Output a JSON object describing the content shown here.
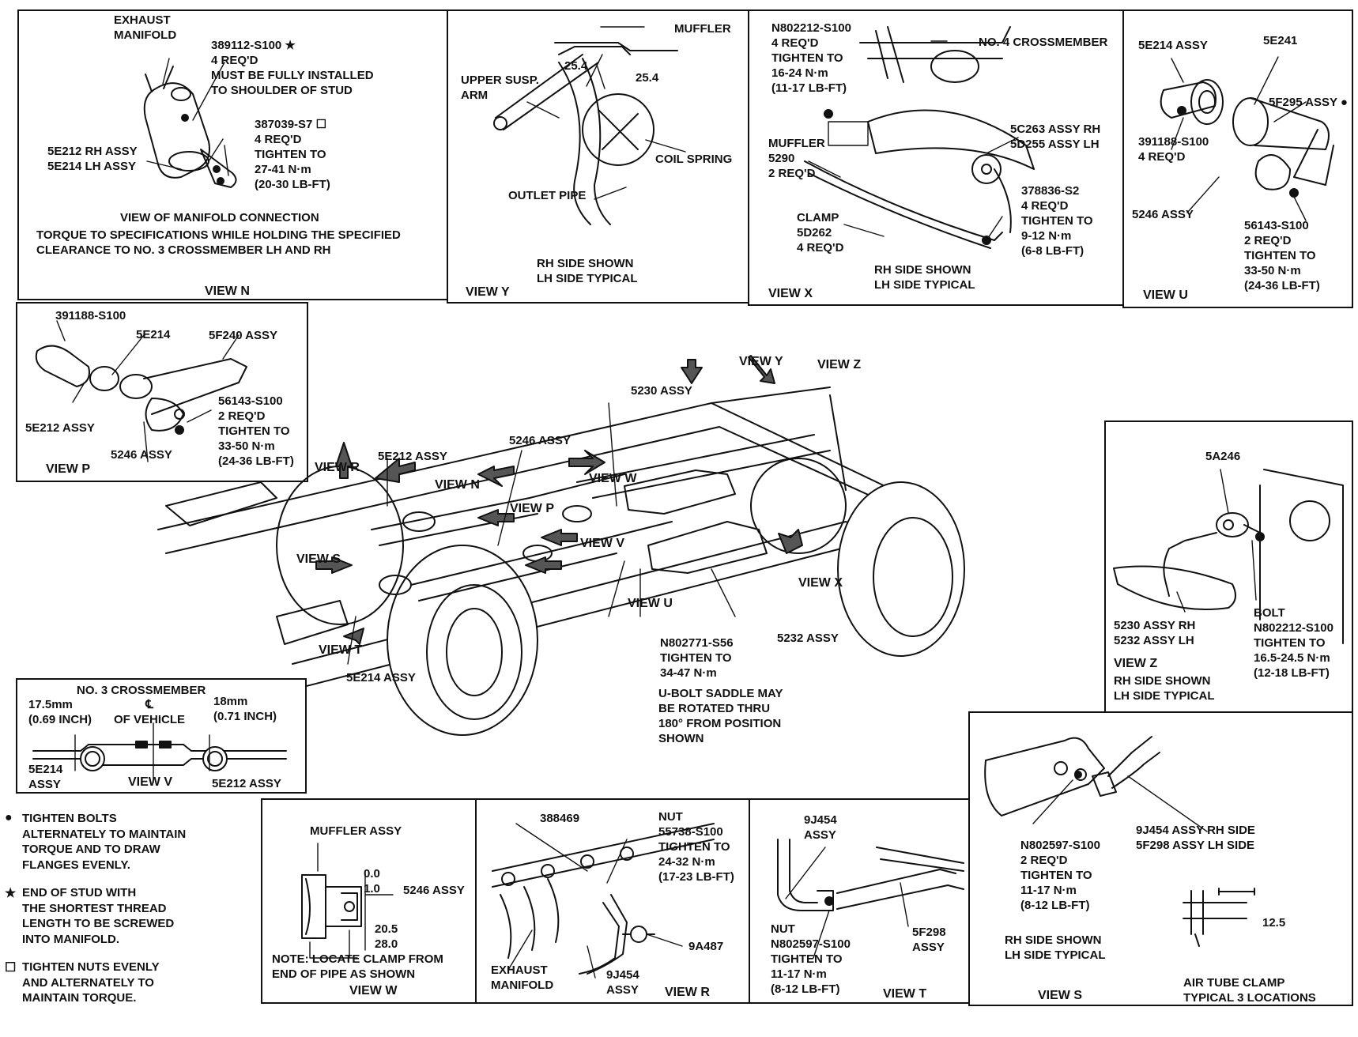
{
  "view_n": {
    "exhaust_manifold": "EXHAUST\nMANIFOLD",
    "stud_part": "389112-S100 ★",
    "stud_note": "4 REQ'D\nMUST BE FULLY INSTALLED\nTO SHOULDER OF STUD",
    "nut_part": "387039-S7 ☐",
    "nut_note": "4 REQ'D\nTIGHTEN TO\n27-41 N·m\n(20-30 LB-FT)",
    "pipe_parts": "5E212 RH ASSY\n5E214 LH ASSY",
    "caption": "VIEW OF MANIFOLD CONNECTION",
    "torque_note": "TORQUE TO SPECIFICATIONS WHILE HOLDING THE SPECIFIED\nCLEARANCE TO NO. 3 CROSSMEMBER LH AND RH",
    "label": "VIEW N"
  },
  "view_y": {
    "muffler": "MUFFLER",
    "upper_arm": "UPPER SUSP.\nARM",
    "dim_a": "25.4",
    "dim_b": "25.4",
    "coil_spring": "COIL SPRING",
    "outlet_pipe": "OUTLET PIPE",
    "side_note": "RH SIDE SHOWN\nLH SIDE TYPICAL",
    "label": "VIEW Y"
  },
  "view_x": {
    "bolt": "N802212-S100\n4 REQ'D\nTIGHTEN TO\n16-24 N·m\n(11-17 LB-FT)",
    "crossmember": "NO. 4 CROSSMEMBER",
    "muffler": "MUFFLER\n5290\n2 REQ'D",
    "hanger": "5C263 ASSY RH\n5D255 ASSY LH",
    "nut": "378836-S2\n4 REQ'D\nTIGHTEN TO\n9-12 N·m\n(6-8 LB-FT)",
    "clamp": "CLAMP\n5D262\n4 REQ'D",
    "side_note": "RH SIDE SHOWN\nLH SIDE TYPICAL",
    "label": "VIEW X"
  },
  "view_u": {
    "part_a": "5E214 ASSY",
    "part_b": "5E241",
    "part_c": "5F295 ASSY ●",
    "bolt": "391188-S100\n4 REQ'D",
    "part_d": "5246 ASSY",
    "nut": "56143-S100\n2 REQ'D\nTIGHTEN TO\n33-50 N·m\n(24-36 LB-FT)",
    "label": "VIEW U"
  },
  "view_p": {
    "bolt": "391188-S100",
    "part_a": "5E214",
    "part_b": "5F240 ASSY",
    "part_c": "5E212 ASSY",
    "nut": "56143-S100\n2 REQ'D\nTIGHTEN TO\n33-50 N·m\n(24-36 LB-FT)",
    "part_d": "5246 ASSY",
    "label": "VIEW P"
  },
  "main": {
    "view_y": "VIEW Y",
    "view_z": "VIEW Z",
    "assy_5230": "5230 ASSY",
    "assy_5246": "5246 ASSY",
    "assy_5e212": "5E212 ASSY",
    "view_r": "VIEW R",
    "view_n": "VIEW N",
    "view_w": "VIEW W",
    "view_p": "VIEW P",
    "view_v": "VIEW V",
    "view_s": "VIEW S",
    "view_u": "VIEW U",
    "view_x": "VIEW X",
    "view_t": "VIEW T",
    "assy_5e214": "5E214 ASSY",
    "assy_5232": "5232 ASSY",
    "ubolt": "N802771-S56\nTIGHTEN TO\n34-47 N·m",
    "ubolt_note": "U-BOLT SADDLE MAY\nBE ROTATED THRU\n180° FROM POSITION\nSHOWN"
  },
  "view_z": {
    "part": "5A246",
    "assy": "5230 ASSY RH\n5232 ASSY LH",
    "bolt": "BOLT\nN802212-S100\nTIGHTEN TO\n16.5-24.5 N·m\n(12-18 LB-FT)",
    "label": "VIEW Z",
    "side_note": "RH SIDE SHOWN\nLH SIDE TYPICAL"
  },
  "view_v": {
    "title": "NO. 3 CROSSMEMBER",
    "left_dim": "17.5mm\n(0.69 INCH)",
    "center": "℄\nOF VEHICLE",
    "right_dim": "18mm\n(0.71 INCH)",
    "left_part": "5E214\nASSY",
    "label": "VIEW V",
    "right_part": "5E212 ASSY"
  },
  "legend": {
    "items": [
      {
        "symbol": "●",
        "text": "TIGHTEN BOLTS\nALTERNATELY TO MAINTAIN\nTORQUE AND TO DRAW\nFLANGES EVENLY."
      },
      {
        "symbol": "★",
        "text": "END OF STUD WITH\nTHE SHORTEST THREAD\nLENGTH TO BE SCREWED\nINTO MANIFOLD."
      },
      {
        "symbol": "☐",
        "text": "TIGHTEN NUTS EVENLY\nAND ALTERNATELY TO\nMAINTAIN TORQUE."
      }
    ]
  },
  "view_w": {
    "muffler": "MUFFLER ASSY",
    "dims_top": "0.0\n1.0",
    "part": "5246 ASSY",
    "dims_bottom": "20.5\n28.0",
    "note": "NOTE: LOCATE CLAMP FROM\nEND OF PIPE AS SHOWN",
    "label": "VIEW W"
  },
  "view_r": {
    "part_a": "388469",
    "nut": "NUT\n55738-S100\nTIGHTEN TO\n24-32 N·m\n(17-23 LB-FT)",
    "part_b": "9A487",
    "manifold": "EXHAUST\nMANIFOLD",
    "part_c": "9J454\nASSY",
    "label": "VIEW R"
  },
  "view_t": {
    "part_a": "9J454\nASSY",
    "nut": "NUT\nN802597-S100\nTIGHTEN TO\n11-17 N·m\n(8-12 LB-FT)",
    "part_b": "5F298\nASSY",
    "label": "VIEW T"
  },
  "view_s": {
    "hose": "9J454 ASSY RH SIDE\n5F298 ASSY LH SIDE",
    "nut": "N802597-S100\n2 REQ'D\nTIGHTEN TO\n11-17 N·m\n(8-12 LB-FT)",
    "side_note": "RH SIDE SHOWN\nLH SIDE TYPICAL",
    "label": "VIEW S",
    "dim": "12.5",
    "clamp_note": "AIR TUBE CLAMP\nTYPICAL 3 LOCATIONS"
  }
}
